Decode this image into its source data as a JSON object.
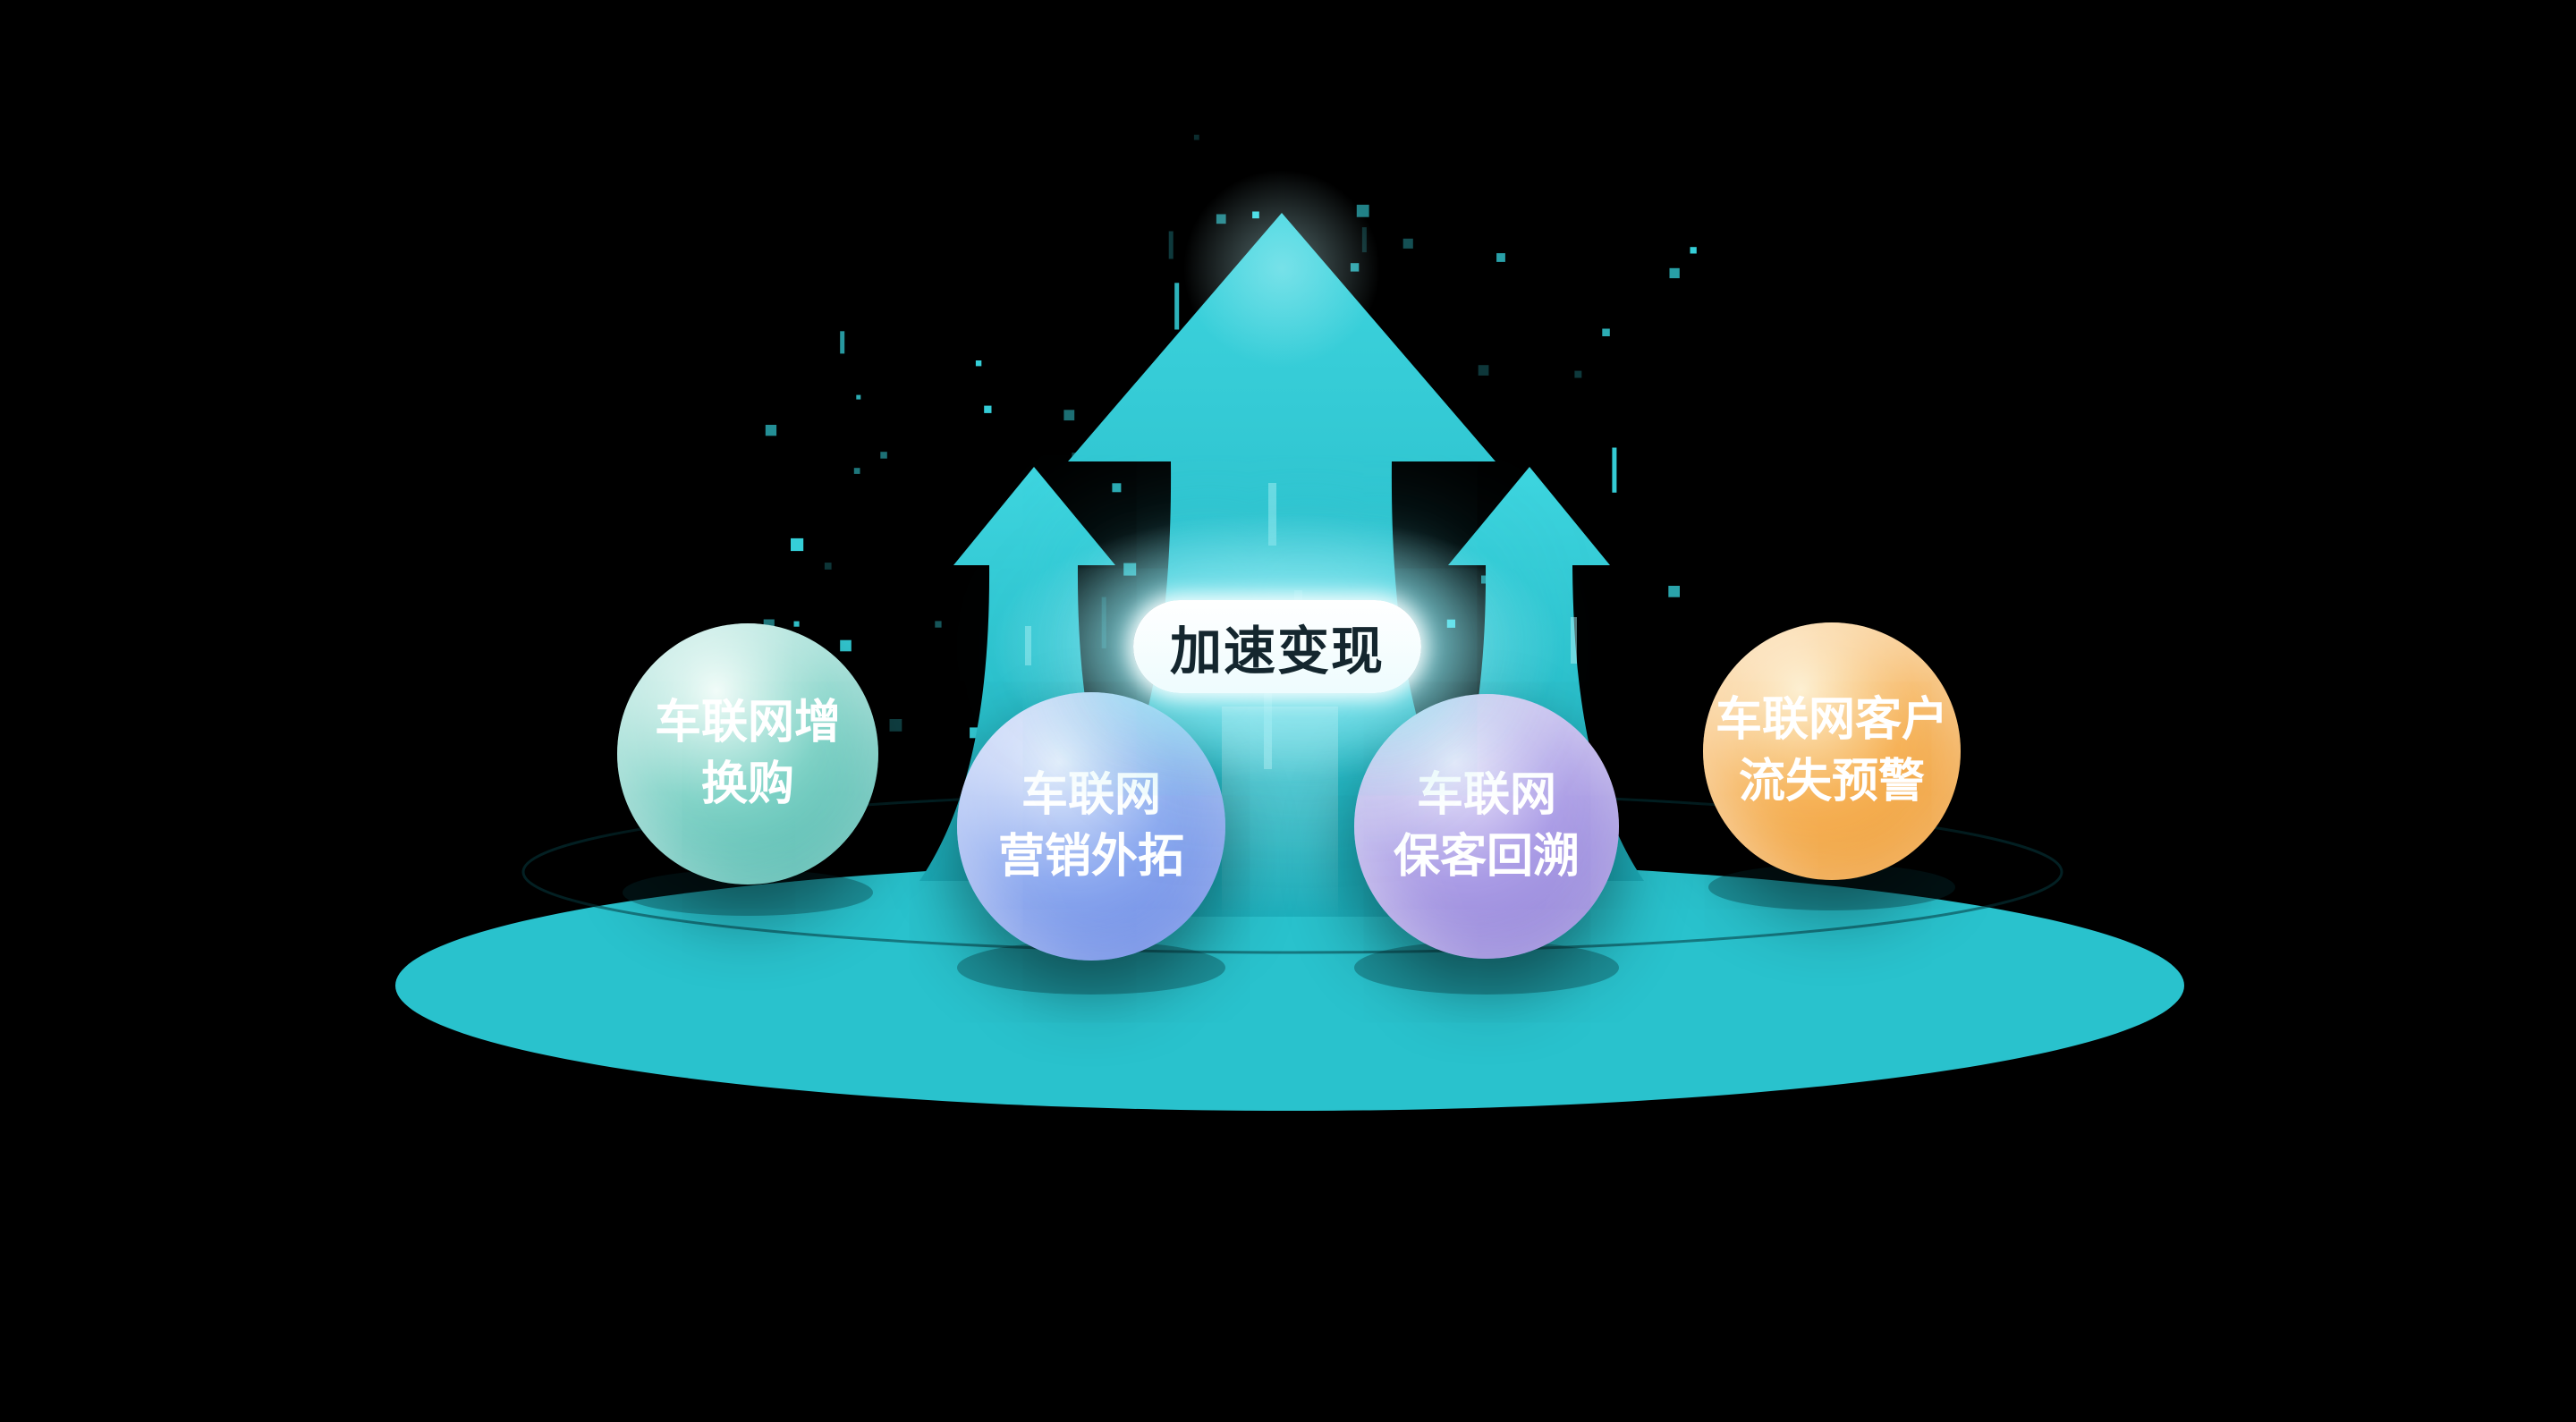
{
  "scene": {
    "background_color": "#000000",
    "platform_color": "#29c2cd",
    "arrow_color_top": "#3ed5df",
    "arrow_color_bottom": "#1cafbc",
    "particle_color": "#38dce6",
    "rim_line_color": "#063a40",
    "center_label": "加速变现",
    "center_label_text_color": "#14262e"
  },
  "spheres": [
    {
      "id": "iov-trade-in-upgrade",
      "lines": [
        "车联网增",
        "换购"
      ],
      "gradient": {
        "highlight": "#f0fcf8",
        "mid": "#7ed2c6",
        "deep": "#2fa79d"
      }
    },
    {
      "id": "iov-marketing-expansion",
      "lines": [
        "车联网",
        "营销外拓"
      ],
      "gradient": {
        "highlight": "#e6eefc",
        "mid": "#8fabf0",
        "deep": "#4a6edd"
      }
    },
    {
      "id": "iov-customer-retention",
      "lines": [
        "车联网",
        "保客回溯"
      ],
      "gradient": {
        "highlight": "#efeafc",
        "mid": "#ab9de6",
        "deep": "#7f6ecf"
      }
    },
    {
      "id": "iov-churn-warning",
      "lines": [
        "车联网客户",
        "流失预警"
      ],
      "gradient": {
        "highlight": "#fdeecd",
        "mid": "#f6b257",
        "deep": "#eb8c17"
      }
    }
  ]
}
